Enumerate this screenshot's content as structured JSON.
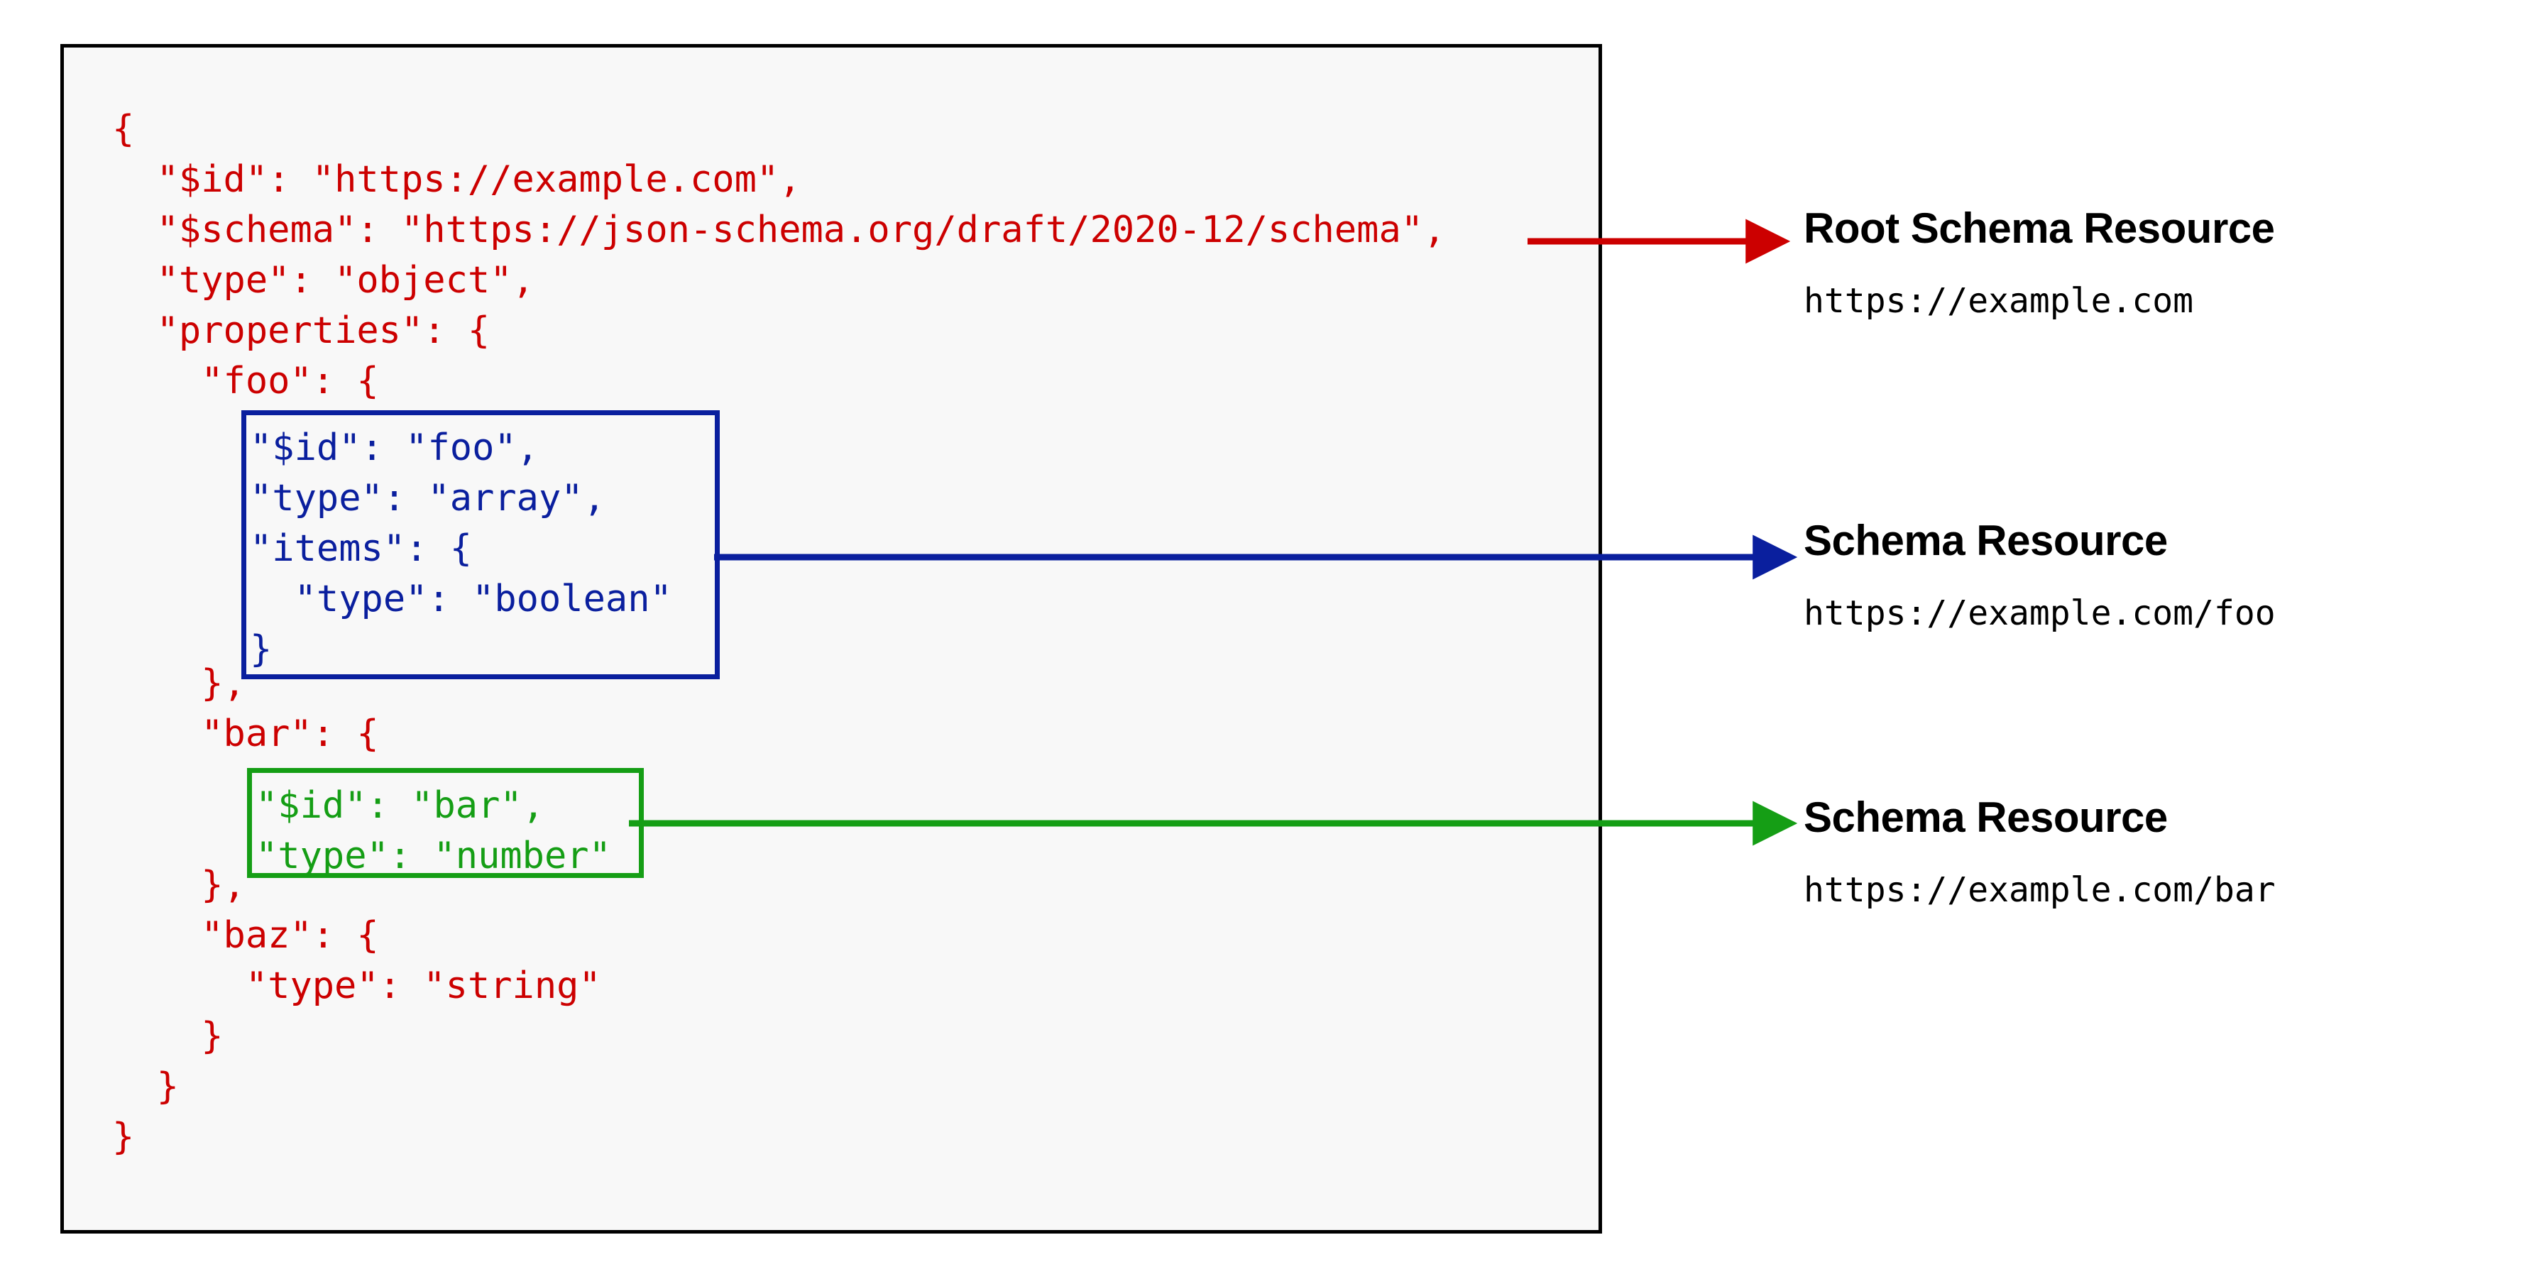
{
  "diagram": {
    "title": "JSON Schema resource identification diagram",
    "colors": {
      "code_red": "#cc0000",
      "box_blue": "#0a1f9e",
      "box_green": "#159e15",
      "panel_border": "#000000",
      "panel_background": "#f8f8f8",
      "label_text": "#000000"
    }
  },
  "code": {
    "lines": [
      "{",
      "\"$id\": \"https://example.com\",",
      "\"$schema\": \"https://json-schema.org/draft/2020-12/schema\",",
      "\"type\": \"object\",",
      "\"properties\": {",
      "\"foo\": {",
      "},",
      "\"bar\": {",
      "},",
      "\"baz\": {",
      "\"type\": \"string\"",
      "}",
      "}",
      "}"
    ],
    "line_01": "{",
    "line_02": "\"$id\": \"https://example.com\",",
    "line_03": "\"$schema\": \"https://json-schema.org/draft/2020-12/schema\",",
    "line_04": "\"type\": \"object\",",
    "line_05": "\"properties\": {",
    "line_06": "\"foo\": {",
    "line_07": "},",
    "line_08": "\"bar\": {",
    "line_09": "},",
    "line_10": "\"baz\": {",
    "line_11": "\"type\": \"string\"",
    "line_12": "}",
    "line_13": "}",
    "line_14": "}"
  },
  "foo_box": {
    "lines": [
      "\"$id\": \"foo\",",
      "\"type\": \"array\",",
      "\"items\": {",
      "  \"type\": \"boolean\"",
      "}"
    ],
    "line_01": "\"$id\": \"foo\",",
    "line_02": "\"type\": \"array\",",
    "line_03": "\"items\": {",
    "line_04": "  \"type\": \"boolean\"",
    "line_05": "}"
  },
  "bar_box": {
    "lines": [
      "\"$id\": \"bar\",",
      "\"type\": \"number\""
    ],
    "line_01": "\"$id\": \"bar\",",
    "line_02": "\"type\": \"number\""
  },
  "labels": [
    {
      "id": "root",
      "title": "Root Schema Resource",
      "url": "https://example.com",
      "arrow_color": "#cc0000"
    },
    {
      "id": "foo",
      "title": "Schema Resource",
      "url": "https://example.com/foo",
      "arrow_color": "#0a1f9e"
    },
    {
      "id": "bar",
      "title": "Schema Resource",
      "url": "https://example.com/bar",
      "arrow_color": "#159e15"
    }
  ]
}
